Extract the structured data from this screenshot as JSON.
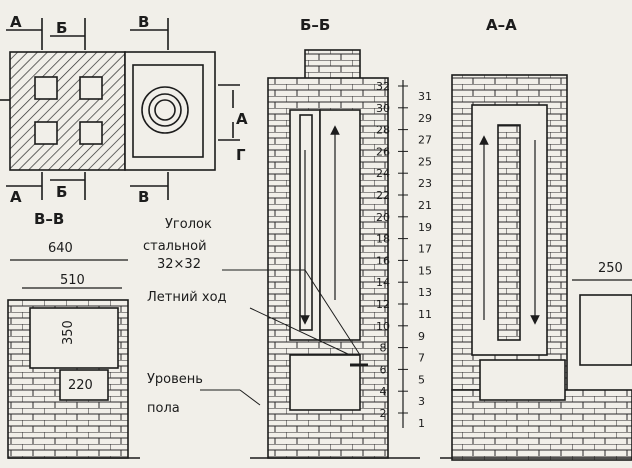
{
  "section_labels": {
    "a1": "А",
    "b1": "Б",
    "v1": "В",
    "a2": "А",
    "b2": "Б",
    "v2": "В",
    "arrow_a": "А",
    "arrow_g": "Г",
    "bb": "Б–Б",
    "aa": "А–А",
    "vv": "В–В"
  },
  "annotations": {
    "corner_line1": "Уголок",
    "corner_line2": "стальной",
    "corner_line3": "32×32",
    "summer_flue": "Летний ход",
    "floor_level_line1": "Уровень",
    "floor_level_line2": "пола"
  },
  "dimensions": {
    "d640": "640",
    "d510": "510",
    "d350": "350",
    "d220": "220",
    "d250": "250"
  },
  "row_scale": {
    "left": [
      "32",
      "30",
      "28",
      "26",
      "24",
      "22",
      "20",
      "18",
      "16",
      "14",
      "12",
      "10",
      "8",
      "6",
      "4",
      "2"
    ],
    "right": [
      "31",
      "29",
      "27",
      "25",
      "23",
      "21",
      "19",
      "17",
      "15",
      "13",
      "11",
      "9",
      "7",
      "5",
      "3",
      "1"
    ]
  },
  "colors": {
    "paper": "#f1efe9",
    "ink": "#1c1c1c"
  }
}
